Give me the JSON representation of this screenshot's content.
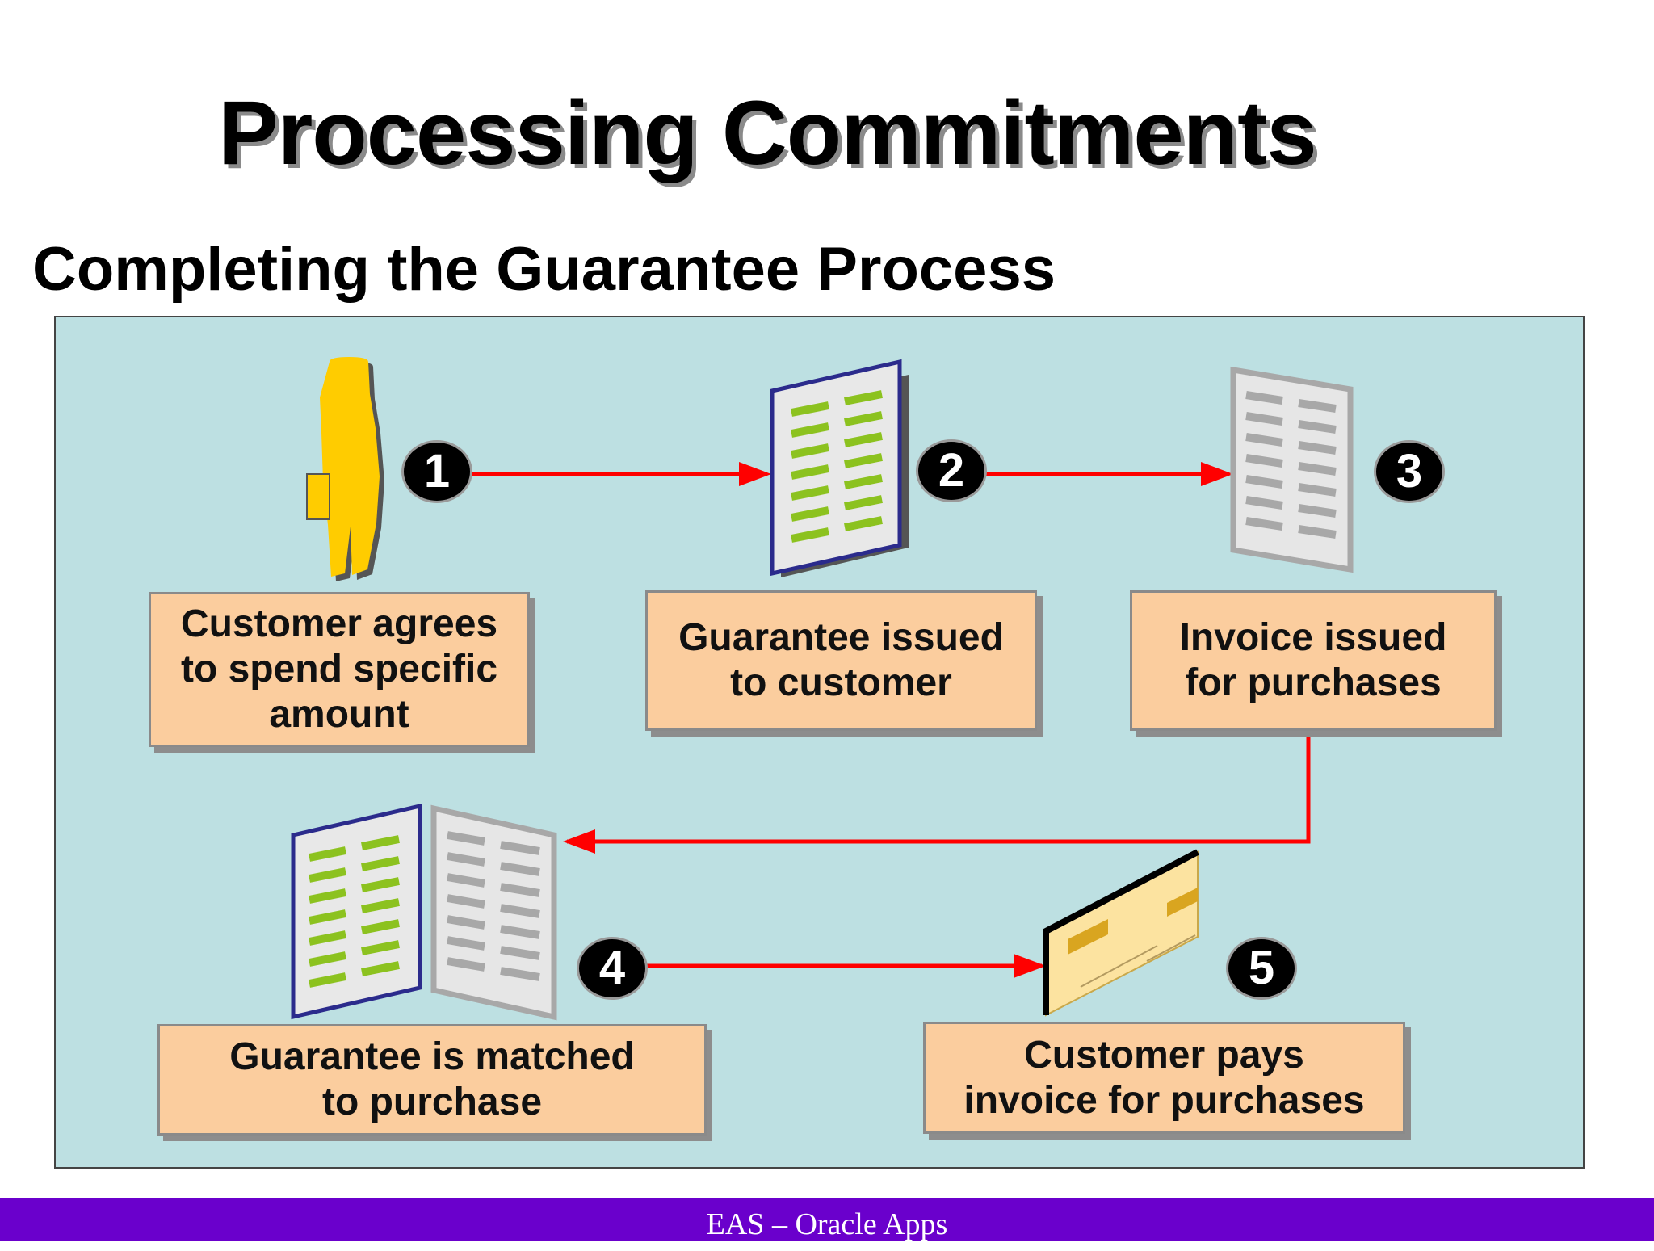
{
  "title": "Processing Commitments",
  "subtitle": "Completing the Guarantee Process",
  "colors": {
    "panel": "#bde0e2",
    "box": "#fbcd9e",
    "arrow": "#ff0000",
    "footer": "#6a00cc",
    "figure": "#ffcc00",
    "green_lines": "#8cc21f",
    "gray_lines": "#a8a8a8",
    "cheque": "#fce3a0"
  },
  "icons": [
    "customer-figure-icon",
    "guarantee-document-icon",
    "invoice-document-icon",
    "matched-documents-icon",
    "cheque-icon"
  ],
  "steps": [
    {
      "number": "1",
      "line1": "Customer agrees",
      "line2": "to spend specific",
      "line3": "amount"
    },
    {
      "number": "2",
      "line1": "Guarantee issued",
      "line2": "to customer"
    },
    {
      "number": "3",
      "line1": "Invoice issued",
      "line2": "for purchases"
    },
    {
      "number": "4",
      "line1": "Guarantee is matched",
      "line2": "to purchase"
    },
    {
      "number": "5",
      "line1": "Customer pays",
      "line2": "invoice for purchases"
    }
  ],
  "footer": "EAS – Oracle Apps"
}
